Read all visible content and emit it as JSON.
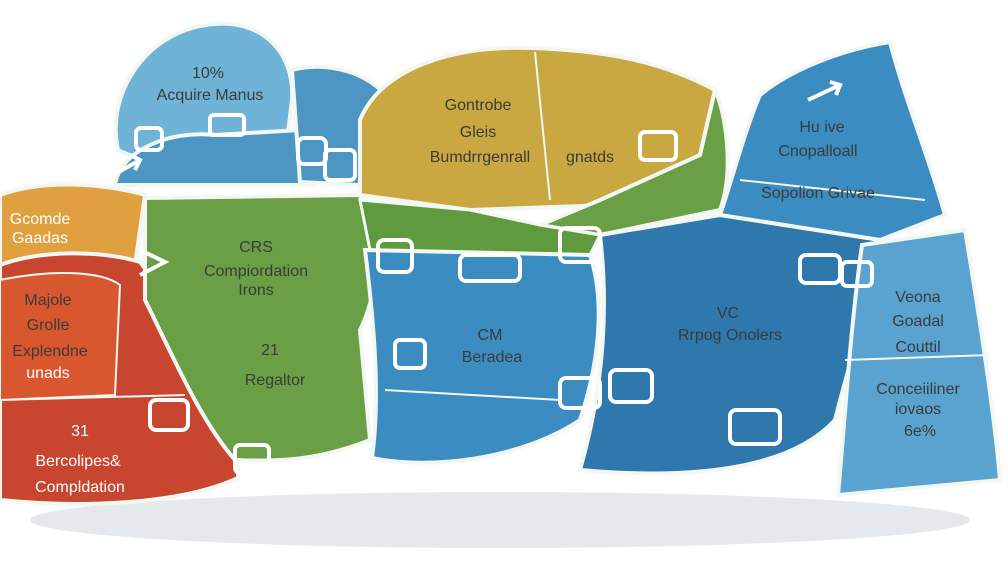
{
  "colors": {
    "blue_light": "#6fb3d6",
    "blue": "#3b8cc0",
    "blue_dark": "#2f78ad",
    "green": "#6a9f45",
    "mustard": "#c9a842",
    "orange": "#e0a03f",
    "red": "#c8452f",
    "outline": "#f3f7f2"
  },
  "regions": {
    "top_left_circle": {
      "value": "10%",
      "label": "Acquire Manus"
    },
    "mustard_top": {
      "line1": "Gontrobe",
      "line2": "Gleis",
      "line3": "Bumdrrgenrall",
      "side": "gnatds"
    },
    "top_right": {
      "line1": "Hu ive",
      "line2": "Cnopalloall",
      "line3": "Sopolion Grivae"
    },
    "left_orange": {
      "line1": "Gcomde",
      "line2": "Gaadas"
    },
    "left_red": {
      "line1": "Majole",
      "line2": "Grolle",
      "line3": "Explendne",
      "line4": "unads"
    },
    "left_red_bottom": {
      "value": "31",
      "line1": "Bercolipes&",
      "line2": "Compldation"
    },
    "green_center": {
      "title": "CRS",
      "line1": "Compiordation",
      "line2": "Irons",
      "value": "21",
      "line3": "Regaltor"
    },
    "blue_center": {
      "title": "CM",
      "line1": "Beradea"
    },
    "blue_right": {
      "title": "VC",
      "line1": "Rrpog Onolers"
    },
    "far_right": {
      "line1": "Veona",
      "line2": "Goadal",
      "line3": "Couttil",
      "line4": "Conceiiliner",
      "line5": "iovaos",
      "line6": "6e%"
    }
  }
}
